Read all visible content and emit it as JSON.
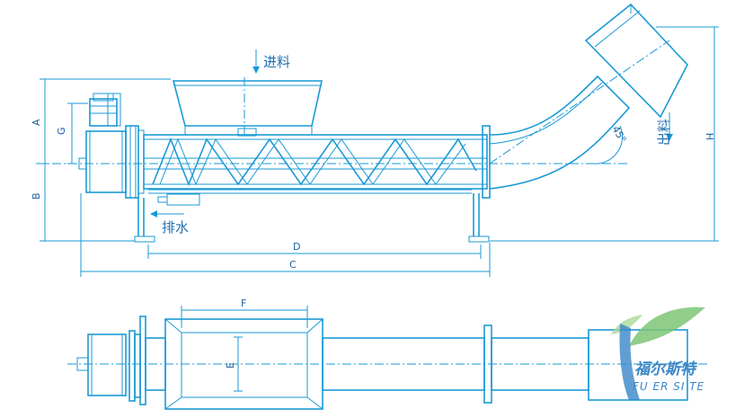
{
  "labels": {
    "inlet": "进料",
    "outlet": "出料",
    "drain": "排水",
    "angle": "45°"
  },
  "dimensions": {
    "A": "A",
    "B": "B",
    "G": "G",
    "H": "H",
    "C": "C",
    "D": "D",
    "E": "E",
    "F": "F"
  },
  "logo": {
    "name_cn": "福尔斯特",
    "name_en": "FU ER SI TE"
  },
  "colors": {
    "line": "#1a9ad6",
    "text": "#1a5fa0",
    "logo_leaf": "#7cc576"
  }
}
